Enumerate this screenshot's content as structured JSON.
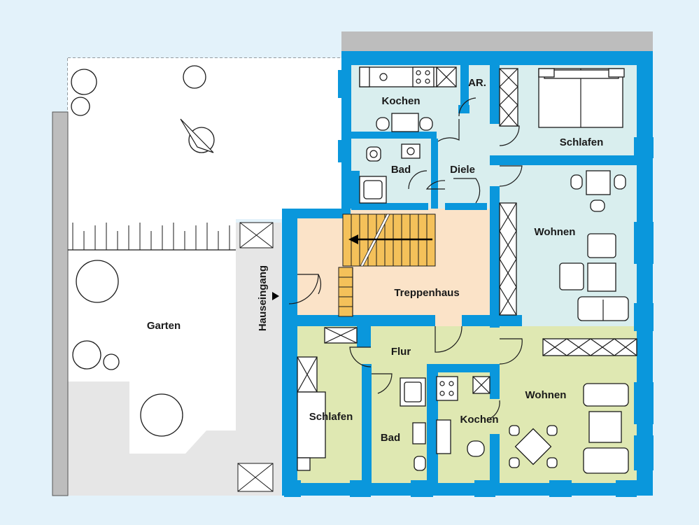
{
  "rooms": {
    "kochen_top": "Kochen",
    "abstellraum": "AR.",
    "schlafen_top": "Schlafen",
    "bad_top": "Bad",
    "diele": "Diele",
    "wohnen_top": "Wohnen",
    "treppenhaus": "Treppenhaus",
    "hauseingang": "Hauseingang",
    "garten": "Garten",
    "flur": "Flur",
    "wohnen_bottom": "Wohnen",
    "schlafen_bottom": "Schlafen",
    "bad_bottom": "Bad",
    "kochen_bottom": "Kochen"
  },
  "colors": {
    "background": "#e3f2fa",
    "walls": "#0a97dc",
    "upper_flat": "#d9eeee",
    "stairwell": "#fbe3c8",
    "stairs": "#f4c15a",
    "lower_flat": "#dfe8b2",
    "entrance_path": "#e6e6e6",
    "garden": "#ffffff"
  },
  "icons": [
    "tree-icon",
    "stair-arrow-icon",
    "entrance-arrow-icon",
    "door-swing-icon",
    "bed-icon",
    "sofa-icon",
    "table-icon",
    "bathtub-icon",
    "toilet-icon",
    "stove-icon",
    "wardrobe-icon"
  ]
}
